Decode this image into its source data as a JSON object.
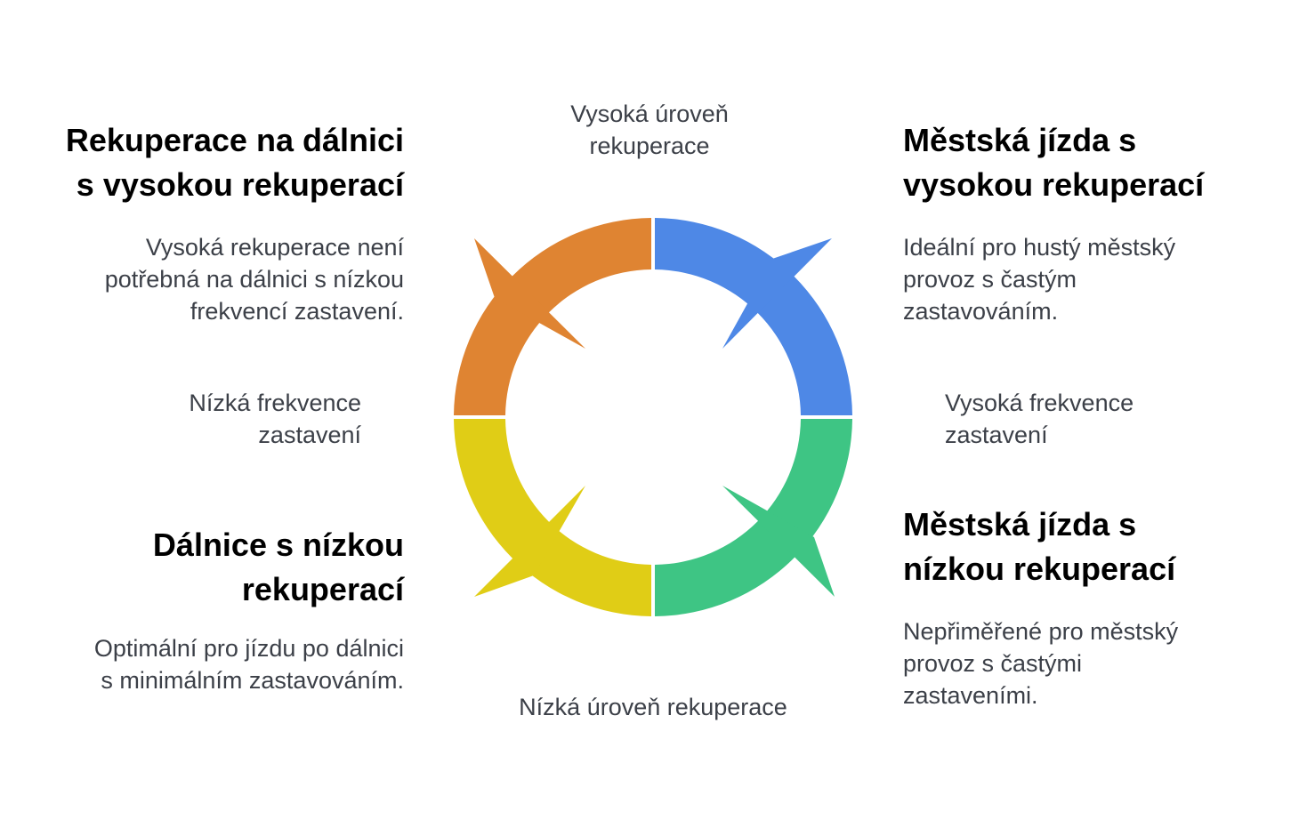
{
  "colors": {
    "blue": "#4e88e6",
    "green": "#3ec584",
    "yellow": "#e0cd16",
    "orange": "#df8432",
    "text": "#3c4048"
  },
  "axes": {
    "top": "Vysoká úroveň\nrekuperace",
    "bottom": "Nízká úroveň rekuperace",
    "left": "Nízká frekvence\nzastavení",
    "right": "Vysoká frekvence\nzastavení"
  },
  "quadrants": {
    "top_left": {
      "title": "Rekuperace na dálnici\ns vysokou rekuperací",
      "description": "Vysoká rekuperace není\npotřebná na dálnici s nízkou\nfrekvencí zastavení."
    },
    "top_right": {
      "title": "Městská jízda s\nvysokou rekuperací",
      "description": "Ideální pro hustý městský\nprovoz s častým\nzastavováním."
    },
    "bottom_left": {
      "title": "Dálnice s nízkou\nrekuperací",
      "description": "Optimální pro jízdu po dálnici\ns minimálním zastavováním."
    },
    "bottom_right": {
      "title": "Městská jízda s\nnízkou rekuperací",
      "description": "Nepřiměřené pro městský\nprovoz s častými\nzastaveními."
    }
  }
}
